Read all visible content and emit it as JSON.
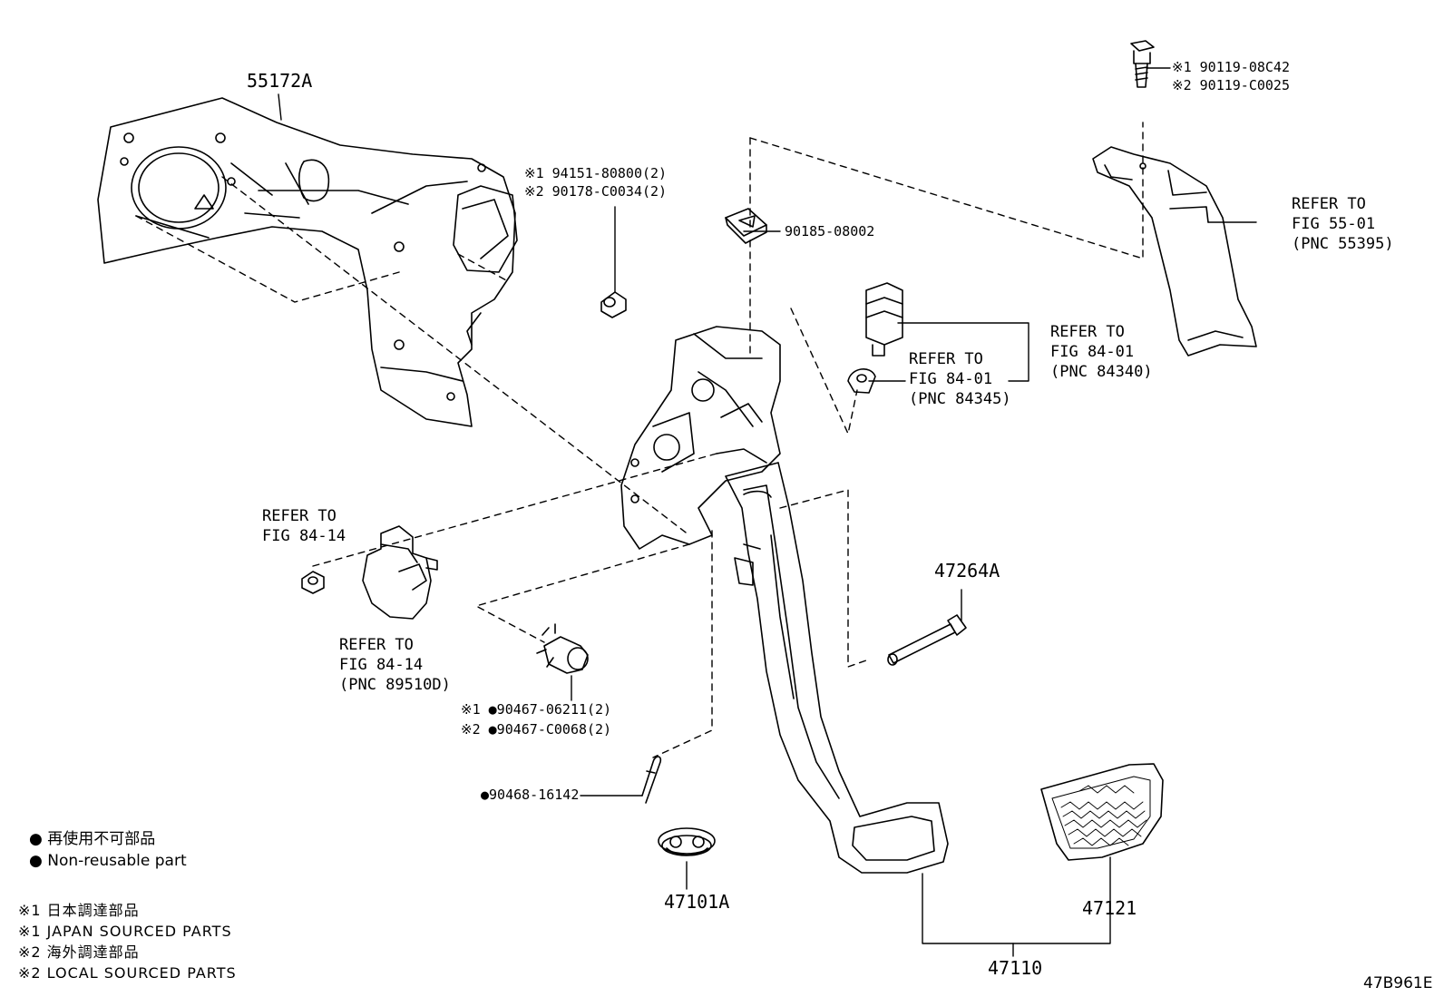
{
  "parts": {
    "p55172a": "55172A",
    "p90119_a": "※1 90119-08C42",
    "p90119_b": "※2 90119-C0025",
    "p94151_a": "※1 94151-80800(2)",
    "p94151_b": "※2 90178-C0034(2)",
    "p90185": "90185-08002",
    "p47264a": "47264A",
    "p90467_a": "※1 ●90467-06211(2)",
    "p90467_b": "※2 ●90467-C0068(2)",
    "p90468": "●90468-16142",
    "p47101a": "47101A",
    "p47121": "47121",
    "p47110": "47110"
  },
  "refs": {
    "r55395": [
      "REFER TO",
      "FIG 55-01",
      "(PNC 55395)"
    ],
    "r84340": [
      "REFER TO",
      "FIG 84-01",
      "(PNC 84340)"
    ],
    "r84345": [
      "REFER TO",
      "FIG 84-01",
      "(PNC 84345)"
    ],
    "r8414a": [
      "REFER TO",
      "FIG 84-14"
    ],
    "r89510": [
      "REFER TO",
      "FIG 84-14",
      "(PNC 89510D)"
    ]
  },
  "legend": {
    "line1": "● 再使用不可部品",
    "line2": "● Non-reusable part"
  },
  "notes": {
    "n1": "※1 日本調達部品",
    "n2": "※1 JAPAN SOURCED PARTS",
    "n3": "※2 海外調達部品",
    "n4": "※2 LOCAL SOURCED PARTS"
  },
  "illustration_code": "47B961E"
}
